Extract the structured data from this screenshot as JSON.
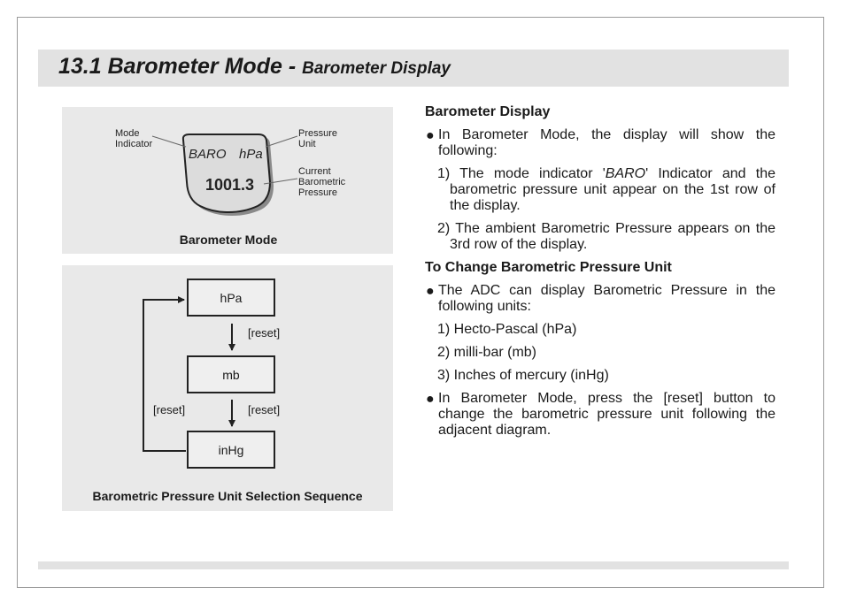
{
  "header": {
    "title": "13.1 Barometer Mode - ",
    "subtitle": "Barometer Display"
  },
  "display_panel": {
    "callouts": {
      "mode_indicator": [
        "Mode",
        "Indicator"
      ],
      "pressure_unit": [
        "Pressure",
        "Unit"
      ],
      "current_pressure": [
        "Current",
        "Barometric",
        "Pressure"
      ]
    },
    "lcd": {
      "mode": "BARO",
      "unit": "hPa",
      "value": "1001.3"
    },
    "caption": "Barometer Mode"
  },
  "sequence_panel": {
    "units": [
      "hPa",
      "mb",
      "inHg"
    ],
    "arrow_labels": [
      "[reset]",
      "[reset]",
      "[reset]"
    ],
    "caption": "Barometric Pressure Unit Selection Sequence"
  },
  "content": {
    "heading1": "Barometer Display",
    "bullet1": "In Barometer Mode, the display will show the following:",
    "item1_pre": "1) The mode indicator '",
    "item1_em": "BARO",
    "item1_post": "' Indicator and the barometric pressure unit appear on the 1st row of the display.",
    "item2": "2) The ambient Barometric Pressure appears on the 3rd row of the display.",
    "heading2": "To Change Barometric Pressure Unit",
    "bullet2": "The ADC can display Barometric Pressure in the following units:",
    "units_list": [
      "1) Hecto-Pascal (hPa)",
      "2) milli-bar (mb)",
      "3) Inches of mercury (inHg)"
    ],
    "bullet3": "In Barometer Mode, press the [reset] button to change the barometric pressure unit following the adjacent diagram.",
    "bullet_glyph": "●"
  },
  "colors": {
    "band": "#e2e2e2",
    "panel": "#e9e9e9",
    "lcd_face": "#dcdcdc"
  }
}
